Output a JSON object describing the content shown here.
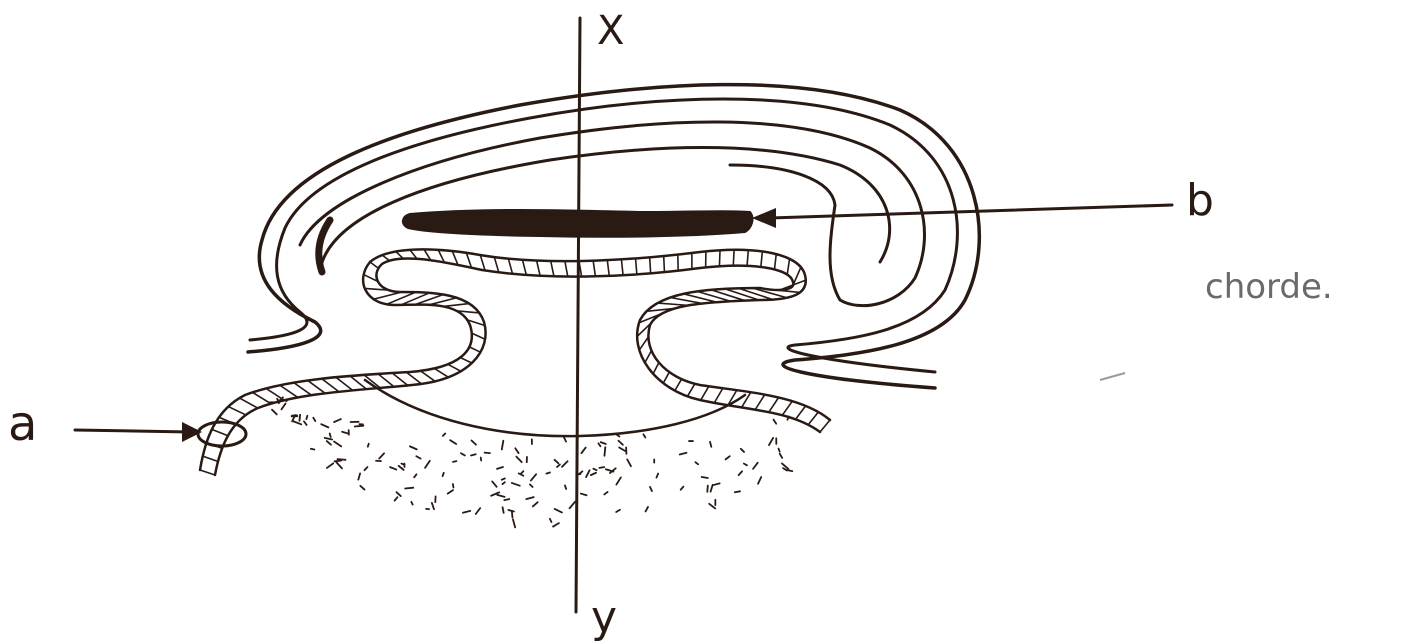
{
  "labels": {
    "axis_top": "X",
    "axis_bottom": "y",
    "pointer_a": "a",
    "pointer_b": "b",
    "annotation": "chorde."
  },
  "colors": {
    "ink": "#2a1a14",
    "pencil": "#6a6a6a",
    "background": "#ffffff"
  }
}
